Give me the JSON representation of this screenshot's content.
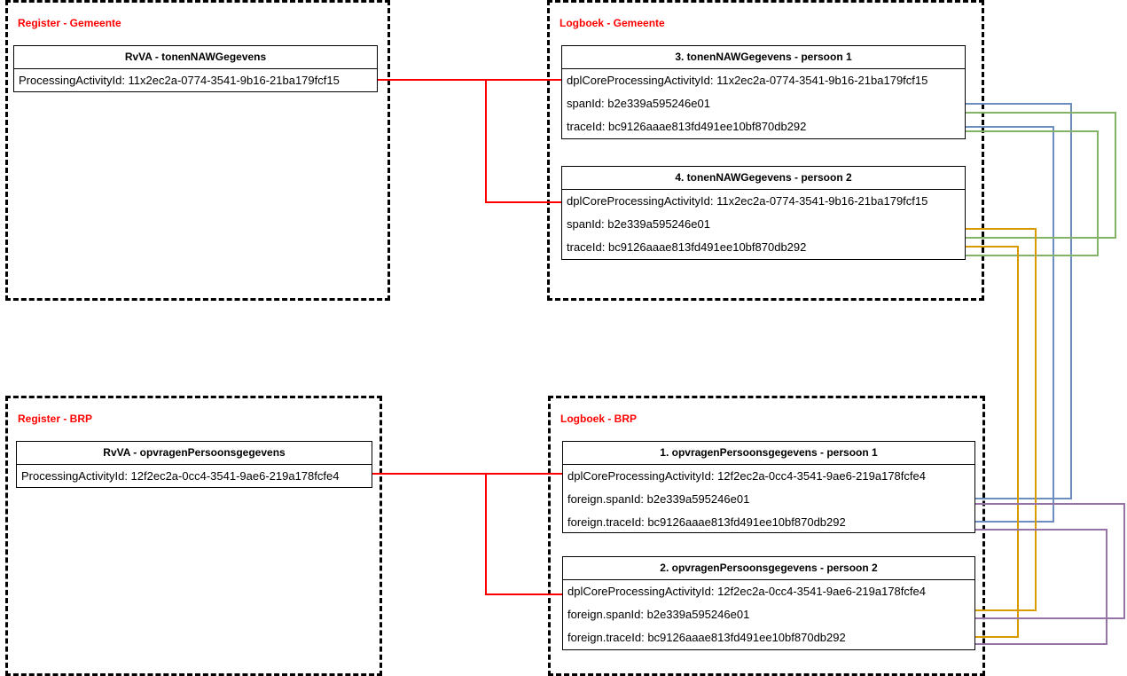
{
  "groups": {
    "register_gemeente": {
      "label": "Register - Gemeente"
    },
    "logboek_gemeente": {
      "label": "Logboek - Gemeente"
    },
    "register_brp": {
      "label": "Register - BRP"
    },
    "logboek_brp": {
      "label": "Logboek - BRP"
    }
  },
  "boxes": {
    "rvva_naw": {
      "title": "RvVA - tonenNAWGegevens",
      "rows": [
        "ProcessingActivityId: 11x2ec2a-0774-3541-9b16-21ba179fcf15"
      ]
    },
    "log3": {
      "title": "3. tonenNAWGegevens - persoon 1",
      "rows": [
        "dplCoreProcessingActivityId: 11x2ec2a-0774-3541-9b16-21ba179fcf15",
        "spanId: b2e339a595246e01",
        "traceId: bc9126aaae813fd491ee10bf870db292"
      ]
    },
    "log4": {
      "title": "4. tonenNAWGegevens - persoon 2",
      "rows": [
        "dplCoreProcessingActivityId: 11x2ec2a-0774-3541-9b16-21ba179fcf15",
        "spanId: b2e339a595246e01",
        "traceId: bc9126aaae813fd491ee10bf870db292"
      ]
    },
    "rvva_brp": {
      "title": "RvVA - opvragenPersoonsgegevens",
      "rows": [
        "ProcessingActivityId: 12f2ec2a-0cc4-3541-9ae6-219a178fcfe4"
      ]
    },
    "log1": {
      "title": "1. opvragenPersoonsgegevens - persoon 1",
      "rows": [
        "dplCoreProcessingActivityId: 12f2ec2a-0cc4-3541-9ae6-219a178fcfe4",
        "foreign.spanId: b2e339a595246e01",
        "foreign.traceId: bc9126aaae813fd491ee10bf870db292"
      ]
    },
    "log2": {
      "title": "2. opvragenPersoonsgegevens - persoon 2",
      "rows": [
        "dplCoreProcessingActivityId: 12f2ec2a-0cc4-3541-9ae6-219a178fcfe4",
        "foreign.spanId: b2e339a595246e01",
        "foreign.traceId: bc9126aaae813fd491ee10bf870db292"
      ]
    }
  },
  "colors": {
    "group_label": "#ff0000",
    "processing_link": "#ff0000",
    "log3_link": "#6c8ebf",
    "log4_link_span": "#d79b00",
    "log4_link_trace": "#82b366",
    "log1_link": "#9673a6"
  }
}
